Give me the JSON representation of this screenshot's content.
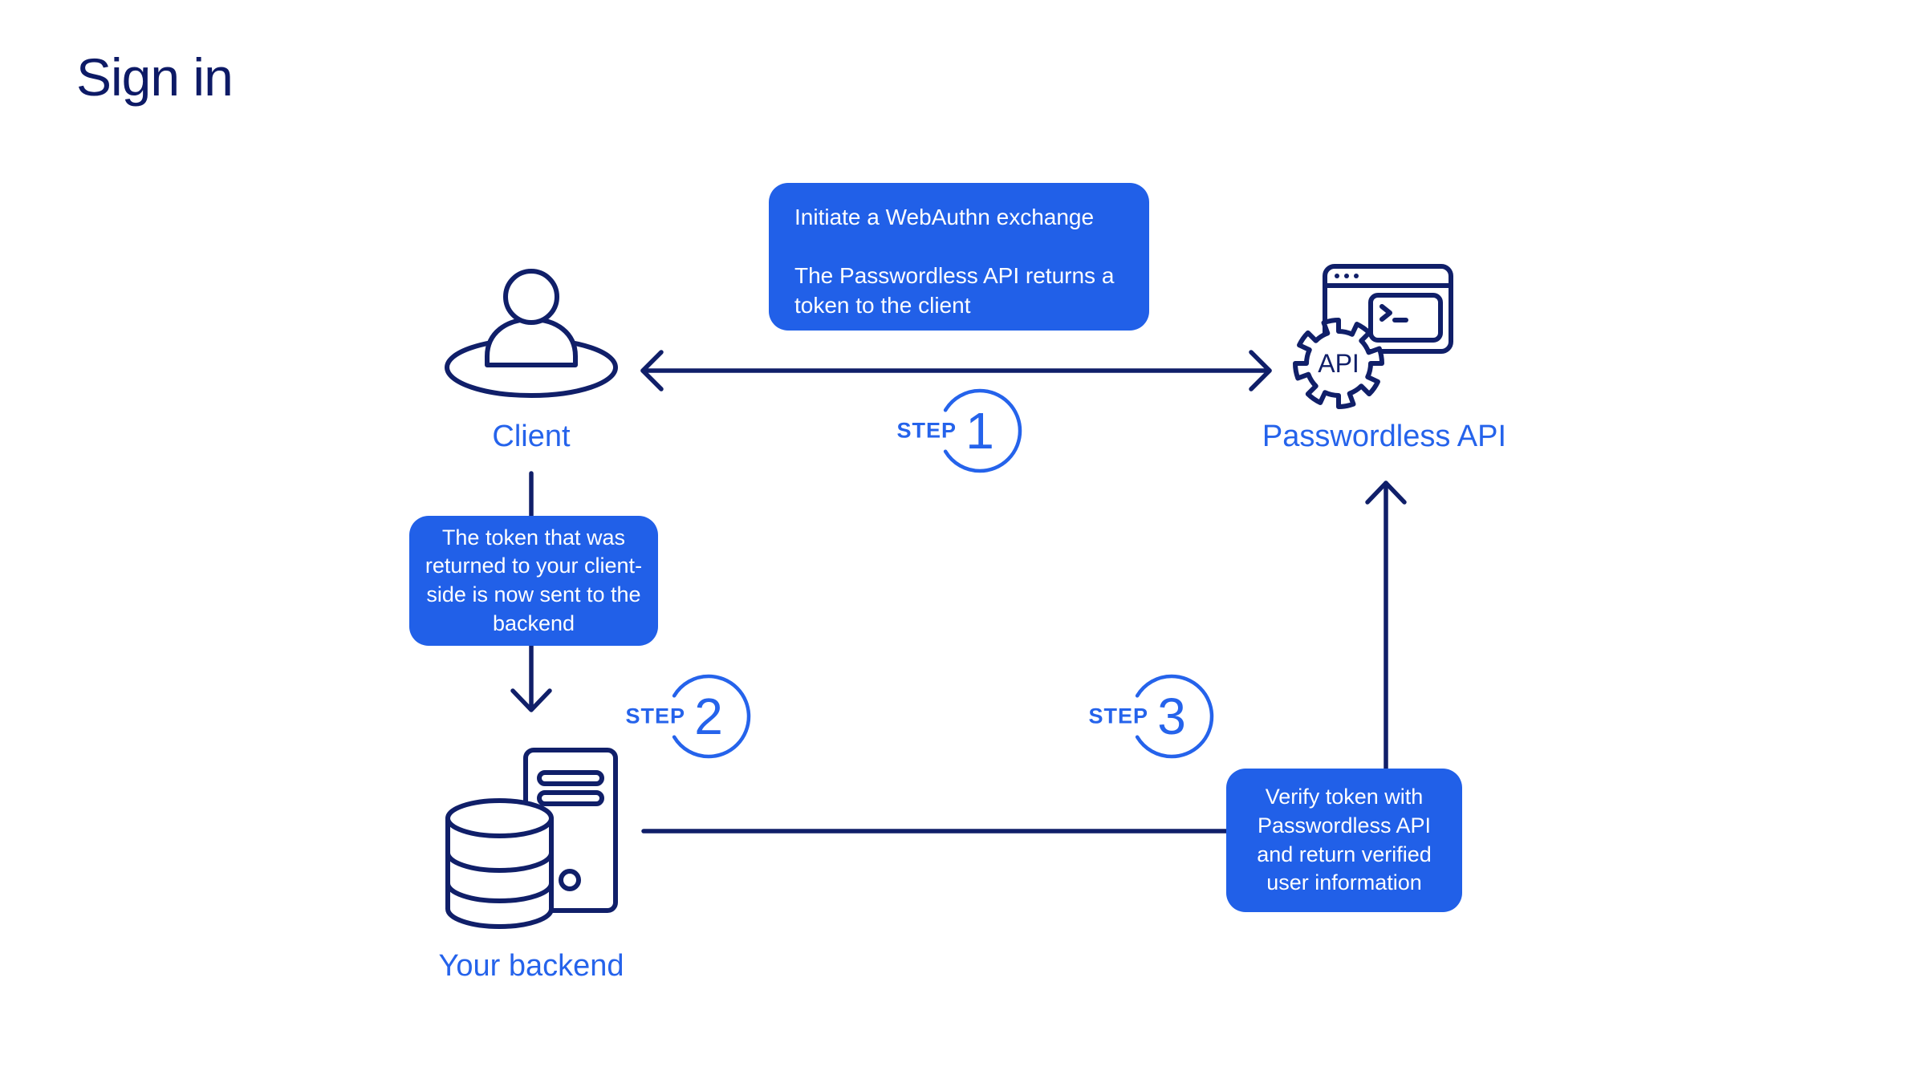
{
  "page": {
    "title": "Sign in"
  },
  "colors": {
    "navy": "#101f69",
    "title_navy": "#0d1a66",
    "accent_blue": "#2563eb",
    "callout_blue": "#2160e8",
    "text_on_blue": "#ffffff"
  },
  "nodes": {
    "client": {
      "label": "Client",
      "icon": "person-icon"
    },
    "api": {
      "label": "Passwordless API",
      "icon": "api-gear-browser-icon",
      "gear_text": "API"
    },
    "backend": {
      "label": "Your backend",
      "icon": "database-server-icon"
    }
  },
  "steps": [
    {
      "label": "STEP",
      "number": "1"
    },
    {
      "label": "STEP",
      "number": "2"
    },
    {
      "label": "STEP",
      "number": "3"
    }
  ],
  "callouts": {
    "step1": {
      "paragraphs": [
        "Initiate a WebAuthn exchange",
        "The Passwordless API returns a token to the client"
      ]
    },
    "step2": {
      "text": "The token that was returned to your client-side is now sent to the backend"
    },
    "step3": {
      "text": "Verify token with Passwordless API and return verified user information"
    }
  }
}
